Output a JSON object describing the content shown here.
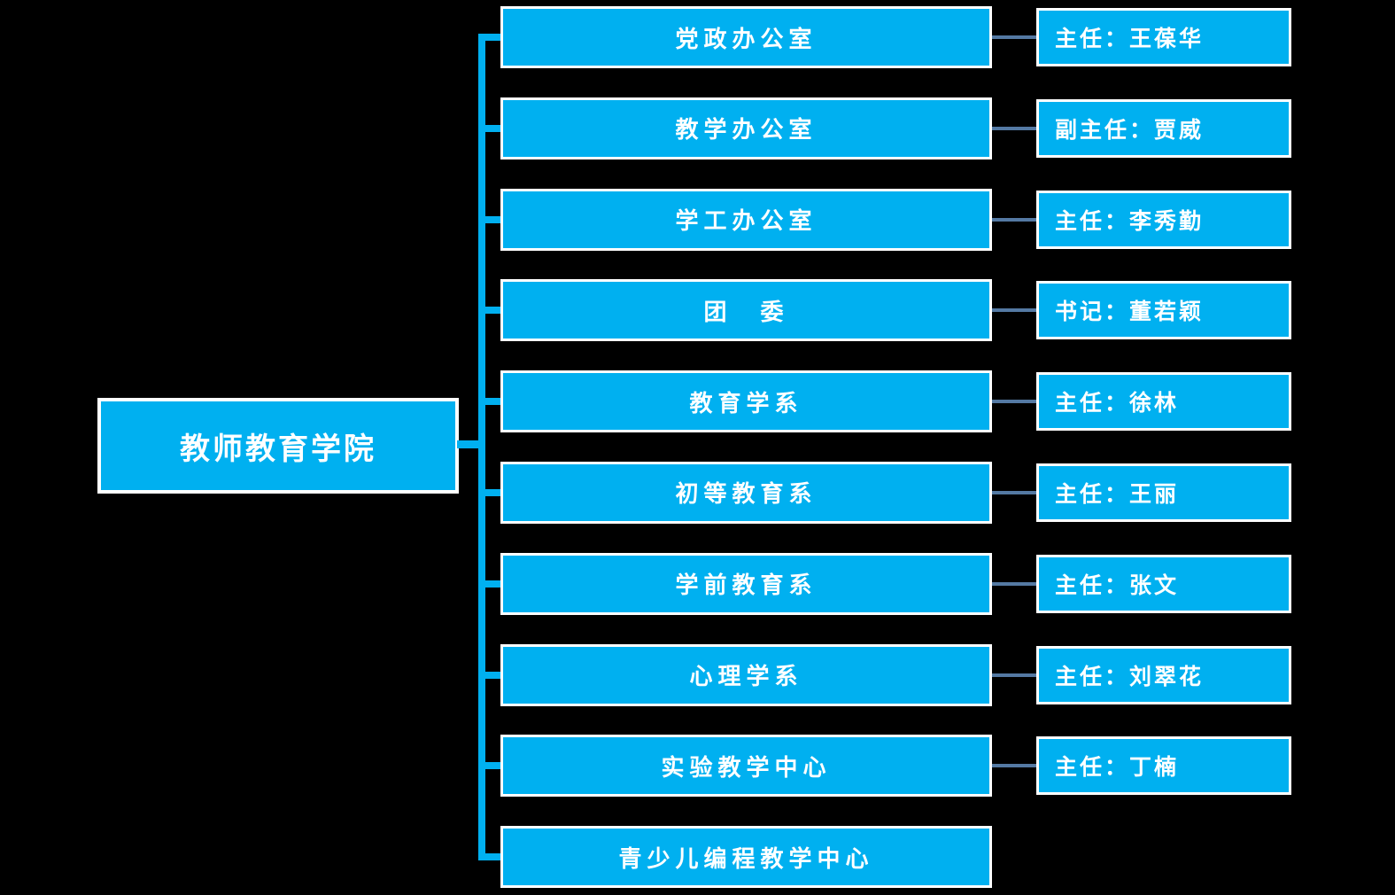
{
  "root": {
    "label": "教师教育学院"
  },
  "colors": {
    "background": "#000000",
    "box_fill": "#00B0F0",
    "box_border": "#FFFFFF",
    "tree_line": "#00B0F0",
    "leader_line": "#5479A3",
    "text": "#FFFFFF"
  },
  "departments": [
    {
      "name": "党政办公室",
      "leader": "主任：王葆华"
    },
    {
      "name": "教学办公室",
      "leader": "副主任：贾威"
    },
    {
      "name": "学工办公室",
      "leader": "主任：李秀勤"
    },
    {
      "name": "团　委",
      "leader": "书记：董若颖"
    },
    {
      "name": "教育学系",
      "leader": "主任：徐林"
    },
    {
      "name": "初等教育系",
      "leader": "主任：王丽"
    },
    {
      "name": "学前教育系",
      "leader": "主任：张文"
    },
    {
      "name": "心理学系",
      "leader": "主任：刘翠花"
    },
    {
      "name": "实验教学中心",
      "leader": "主任：丁楠"
    },
    {
      "name": "青少儿编程教学中心",
      "leader": null
    }
  ]
}
